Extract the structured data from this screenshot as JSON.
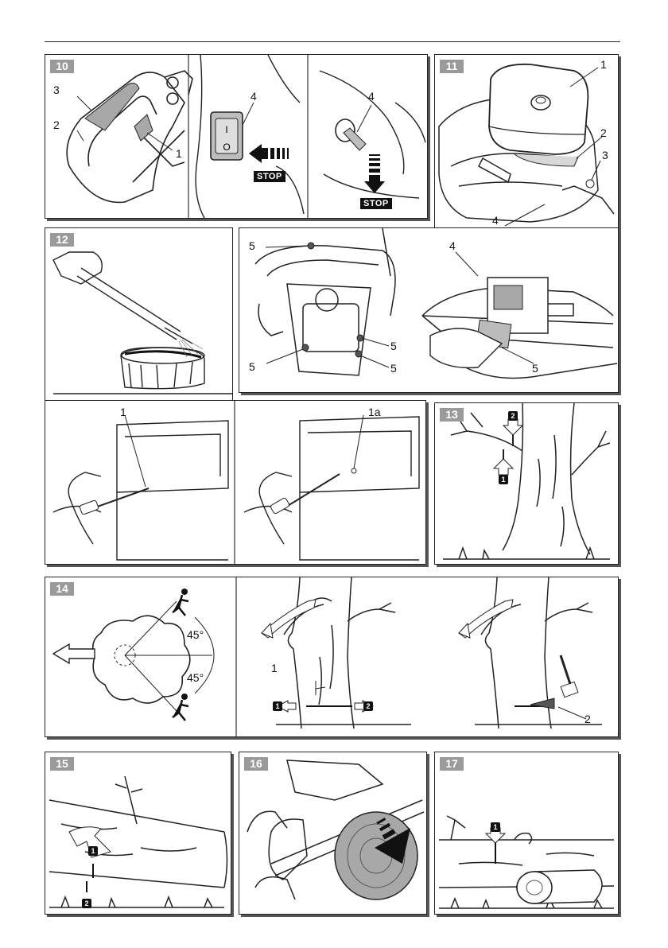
{
  "figures": {
    "f10": {
      "number": "10",
      "callouts": [
        "3",
        "2",
        "1",
        "4",
        "4"
      ],
      "stop_label": "STOP"
    },
    "f11": {
      "number": "11",
      "callouts": [
        "1",
        "2",
        "3",
        "4"
      ]
    },
    "f12": {
      "number": "12",
      "callouts": [
        "5",
        "4",
        "5",
        "5",
        "5",
        "5",
        "1",
        "1a"
      ]
    },
    "f13": {
      "number": "13",
      "steps": [
        "2",
        "1"
      ]
    },
    "f14": {
      "number": "14",
      "angle_top": "45°",
      "angle_bottom": "45°",
      "callouts": [
        "1",
        "2"
      ],
      "steps": [
        "1",
        "2"
      ]
    },
    "f15": {
      "number": "15",
      "steps": [
        "1",
        "2"
      ]
    },
    "f16": {
      "number": "16"
    },
    "f17": {
      "number": "17",
      "steps": [
        "1"
      ]
    }
  }
}
